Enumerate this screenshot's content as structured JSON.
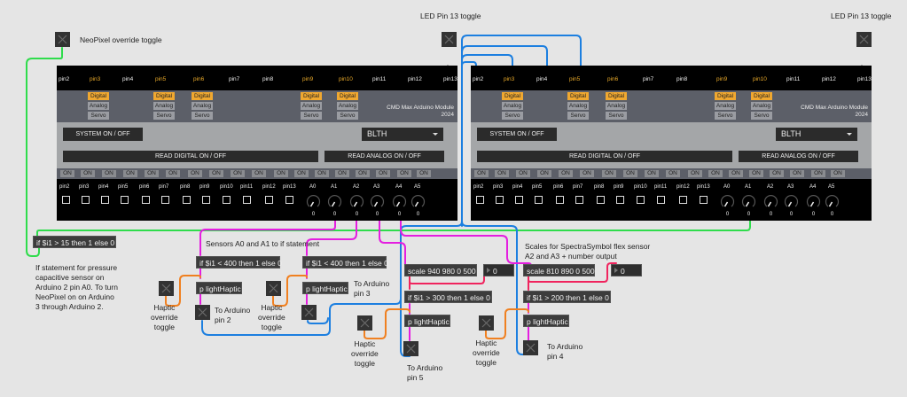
{
  "colors": {
    "background": "#e5e5e5",
    "wire_green": "#2fdc4c",
    "wire_magenta": "#e41ee0",
    "wire_blue": "#1c7fe0",
    "wire_orange": "#f08020",
    "wire_red": "#f0245e",
    "active_pin": "#e8a92a"
  },
  "comments": {
    "neopixel_toggle": "NeoPixel override toggle",
    "led_toggle_1": "LED Pin 13 toggle",
    "led_toggle_2": "LED Pin 13 toggle",
    "if_statement_note": [
      "If statement for pressure",
      "capacitive sensor on",
      "Arduino 2 pin A0. To turn",
      "NeoPixel on on Arduino",
      "3 through Arduino 2."
    ],
    "sensors_note": "Sensors A0 and A1 to if statement",
    "scales_note": [
      "Scales for SpectraSymbol flex sensor",
      "A2 and A3 + number output"
    ],
    "haptic_1": [
      "Haptic",
      "override",
      "toggle"
    ],
    "haptic_2": [
      "Haptic",
      "override",
      "toggle"
    ],
    "haptic_3": [
      "Haptic",
      "override",
      "toggle"
    ],
    "haptic_4": [
      "Haptic",
      "override",
      "toggle"
    ],
    "to_pin2": [
      "To Arduino",
      "pin 2"
    ],
    "to_pin3": [
      "To Arduino",
      "pin 3"
    ],
    "to_pin5": [
      "To Arduino",
      "pin 5"
    ],
    "to_pin4": [
      "To Arduino",
      "pin 4"
    ]
  },
  "objects": {
    "if_15": "if $i1 > 15 then 1 else 0",
    "if_400_a": "if $i1 < 400 then 1 else 0",
    "if_400_b": "if $i1 < 400 then 1 else 0",
    "haptic_a": "p lightHaptic",
    "haptic_b": "p lightHaptic",
    "scale_a": "scale 940 980 0 500",
    "scale_b": "scale 810 890 0 500",
    "number_a": "0",
    "number_b": "0",
    "if_300": "if $i1 > 300 then 1 else 0",
    "if_200": "if $i1 > 200 then 1 else 0",
    "haptic_c": "p lightHaptic",
    "haptic_d": "p lightHaptic"
  },
  "module": {
    "header_pins": [
      "pin2",
      "pin3",
      "pin4",
      "pin5",
      "pin6",
      "pin7",
      "pin8",
      "pin9",
      "pin10",
      "pin11",
      "pin12",
      "pin13"
    ],
    "pwm_pins": [
      "pin3",
      "pin5",
      "pin6",
      "pin9",
      "pin10"
    ],
    "mode_labels": {
      "digital": "Digital",
      "analog": "Analog",
      "servo": "Servo"
    },
    "credit": [
      "CMD Max Arduino Module",
      "2024"
    ],
    "system_button": "SYSTEM ON / OFF",
    "port_select": "BLTH",
    "read_digital": "READ DIGITAL  ON / OFF",
    "read_analog": "READ ANALOG  ON / OFF",
    "on_label": "ON",
    "digital_pins": [
      "pin2",
      "pin3",
      "pin4",
      "pin5",
      "pin6",
      "pin7",
      "pin8",
      "pin9",
      "pin10",
      "pin11",
      "pin12",
      "pin13"
    ],
    "analog_pins": [
      "A0",
      "A1",
      "A2",
      "A3",
      "A4",
      "A5"
    ],
    "analog_values": [
      "0",
      "0",
      "0",
      "0",
      "0",
      "0"
    ]
  }
}
